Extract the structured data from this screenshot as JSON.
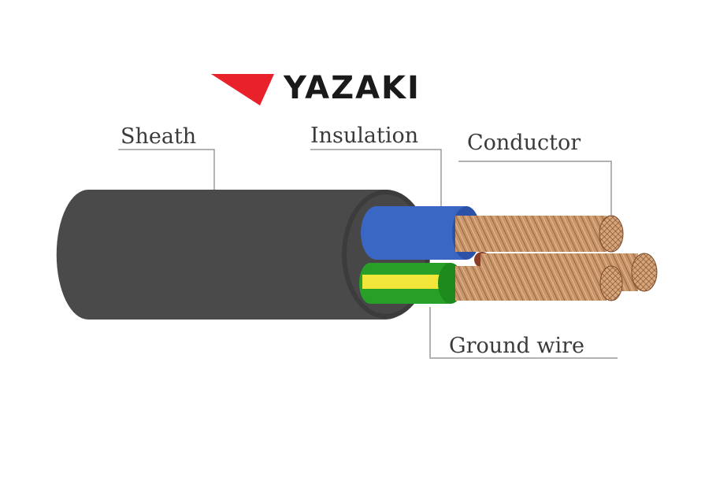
{
  "brand": {
    "name": "YAZAKI",
    "mark_color": "#e8212b"
  },
  "labels": {
    "sheath": "Sheath",
    "insulation": "Insulation",
    "conductor": "Conductor",
    "ground_wire": "Ground wire"
  },
  "colors": {
    "sheath": "#4a4a4a",
    "insulation_blue": "#3a66c4",
    "ground_green": "#28a028",
    "ground_yellow": "#f2e63a",
    "conductor_copper": "#c8956a",
    "leader_line": "#9a9a9a"
  }
}
